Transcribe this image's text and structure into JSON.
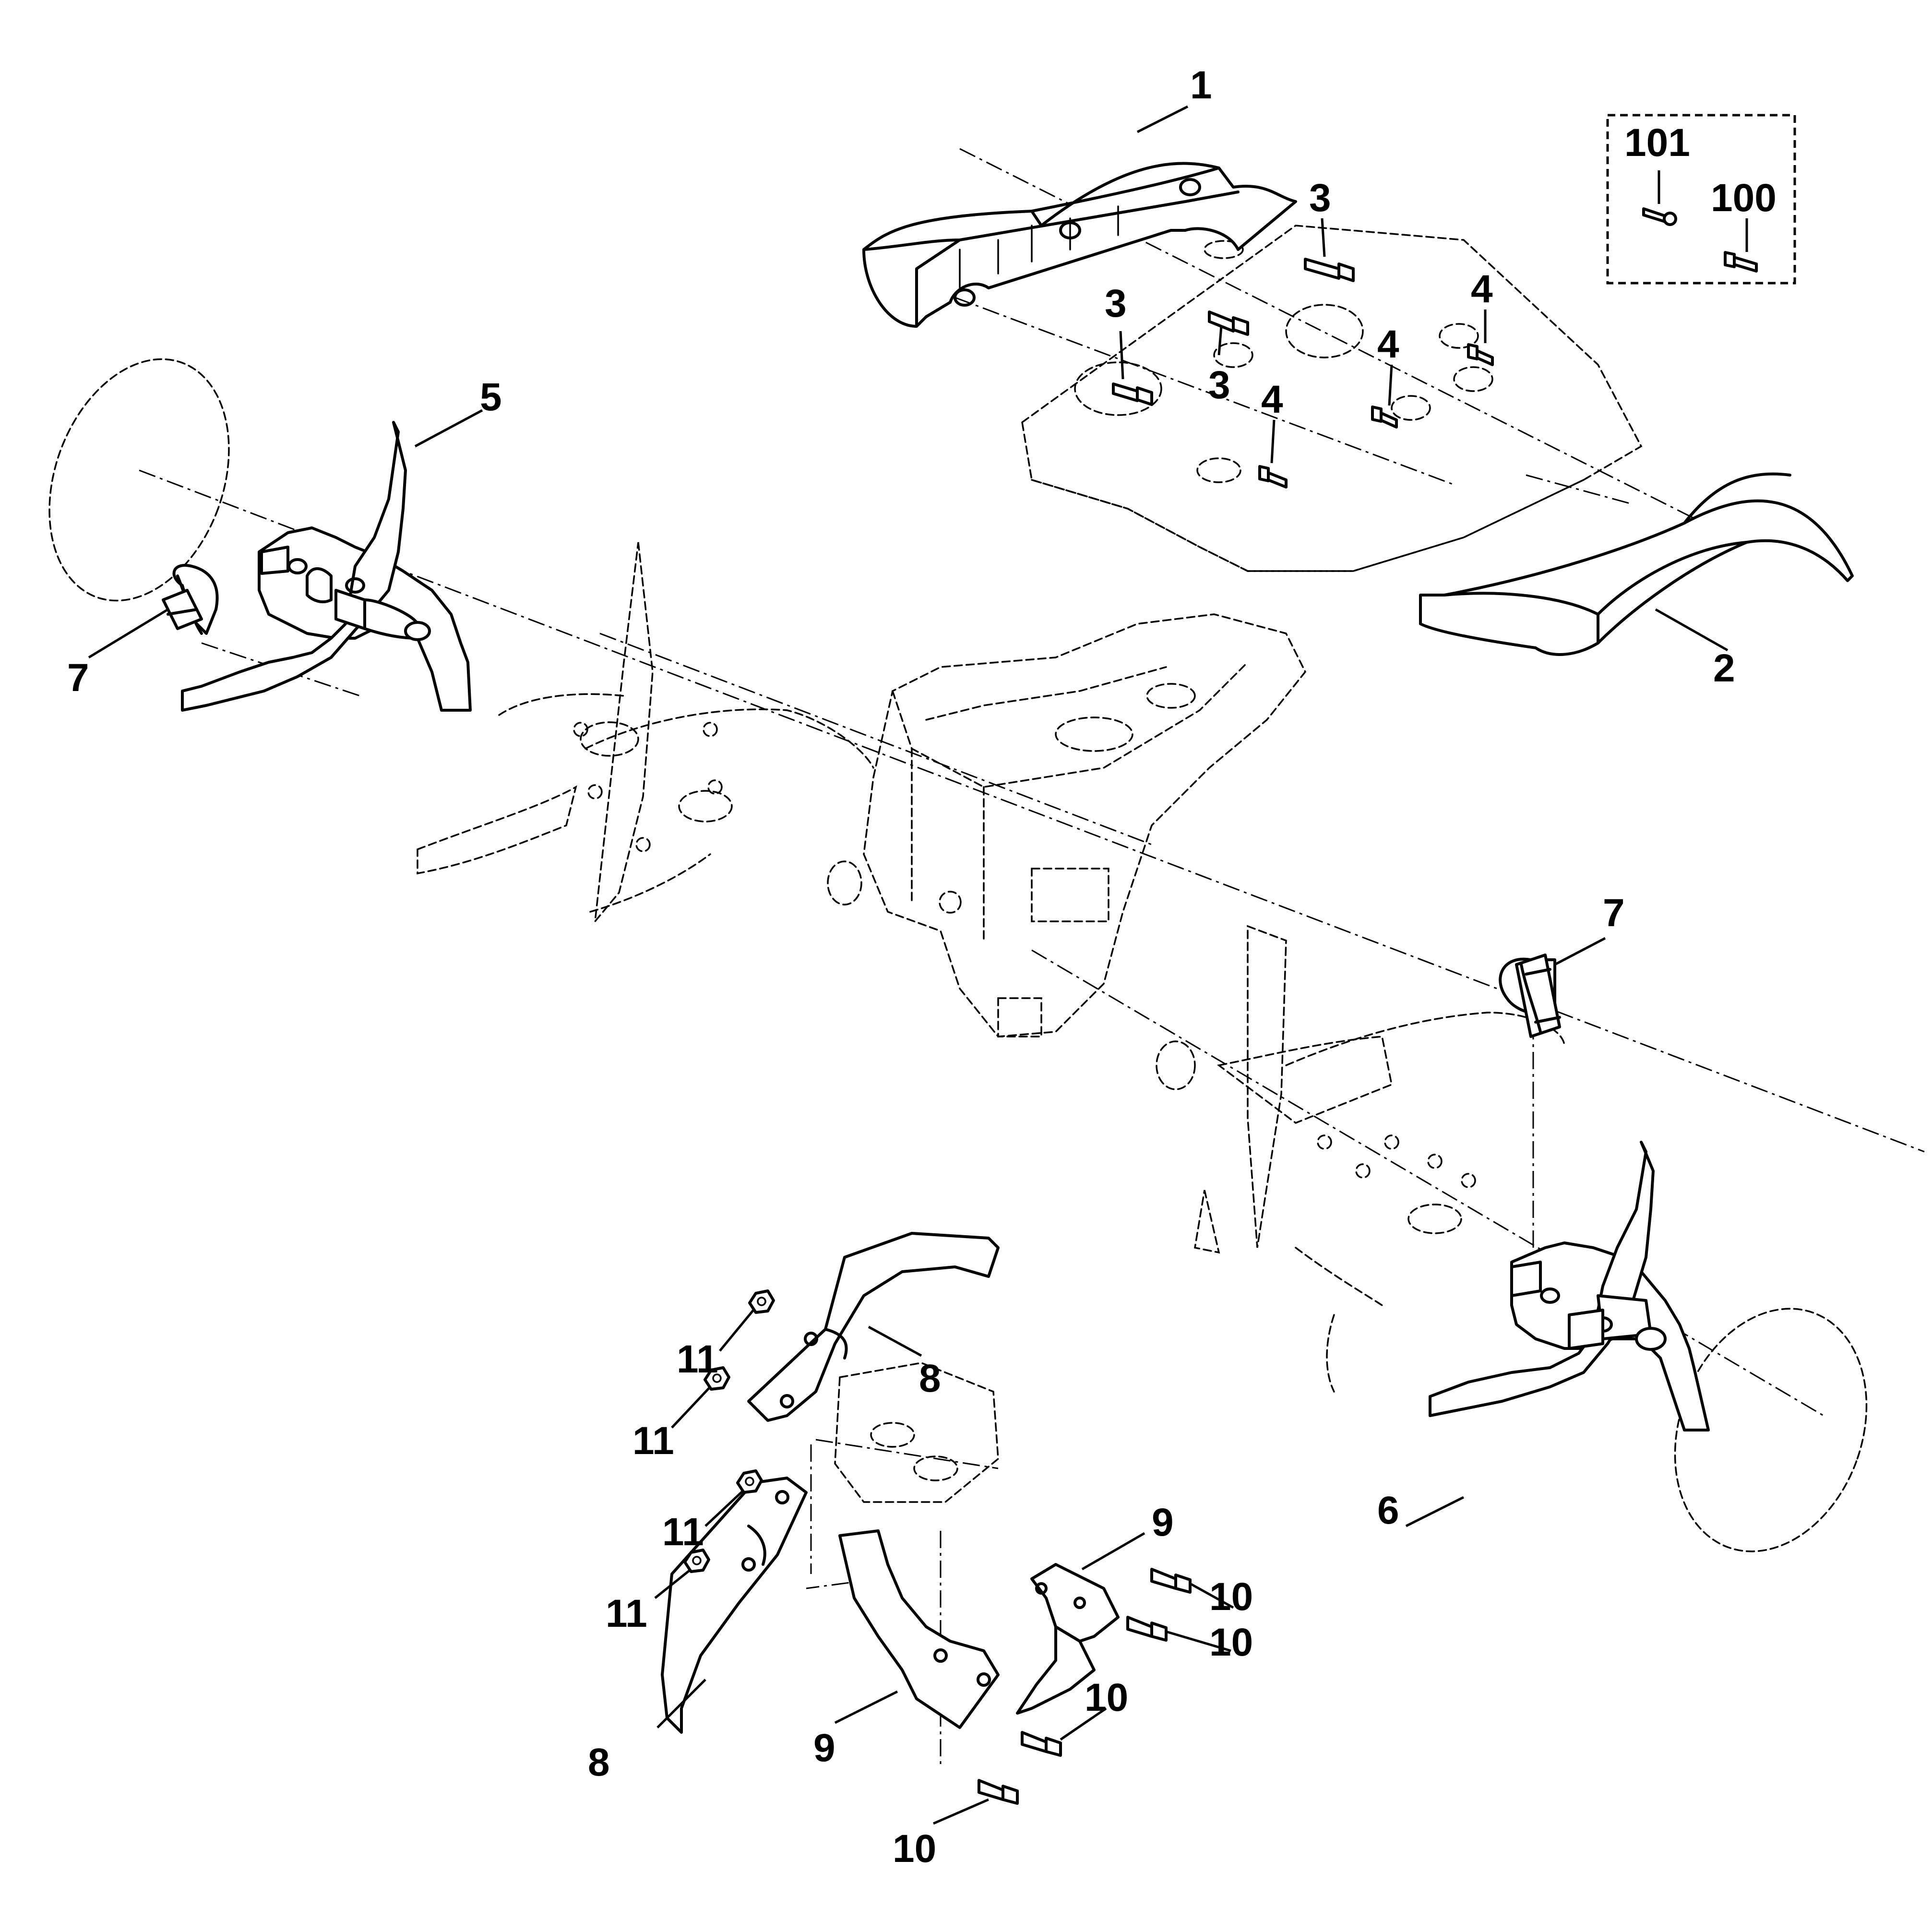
{
  "diagram": {
    "kind": "exploded-parts-view",
    "callouts": {
      "c1": "1",
      "c2": "2",
      "c3a": "3",
      "c3b": "3",
      "c3c": "3",
      "c4a": "4",
      "c4b": "4",
      "c4c": "4",
      "c5": "5",
      "c6": "6",
      "c7a": "7",
      "c7b": "7",
      "c8a": "8",
      "c8b": "8",
      "c9a": "9",
      "c9b": "9",
      "c10a": "10",
      "c10b": "10",
      "c10c": "10",
      "c10d": "10",
      "c11a": "11",
      "c11b": "11",
      "c11c": "11",
      "c11d": "11",
      "c100": "100",
      "c101": "101"
    }
  }
}
